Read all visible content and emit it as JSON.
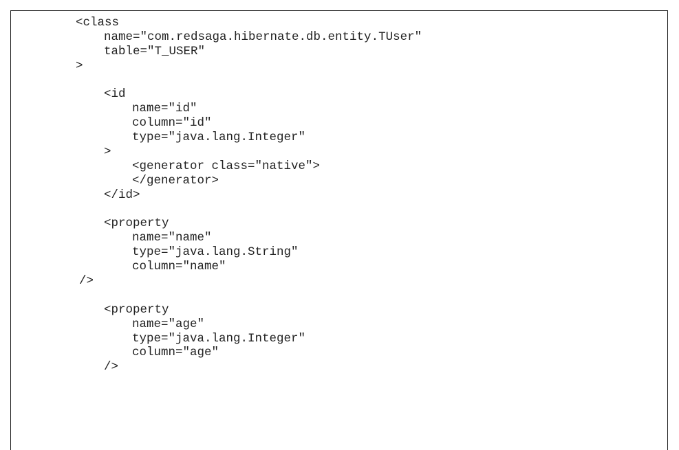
{
  "code_lines": [
    "<class",
    "name=\"com.redsaga.hibernate.db.entity.TUser\"",
    "table=\"T_USER\"",
    ">",
    "",
    "<id",
    "name=\"id\"",
    "column=\"id\"",
    "type=\"java.lang.Integer\"",
    ">",
    "<generator class=\"native\">",
    "</generator>",
    "</id>",
    "",
    "<property",
    "name=\"name\"",
    "type=\"java.lang.String\"",
    "column=\"name\"",
    "/>",
    "",
    "<property",
    "name=\"age\"",
    "type=\"java.lang.Integer\"",
    "column=\"age\"",
    "/>"
  ]
}
